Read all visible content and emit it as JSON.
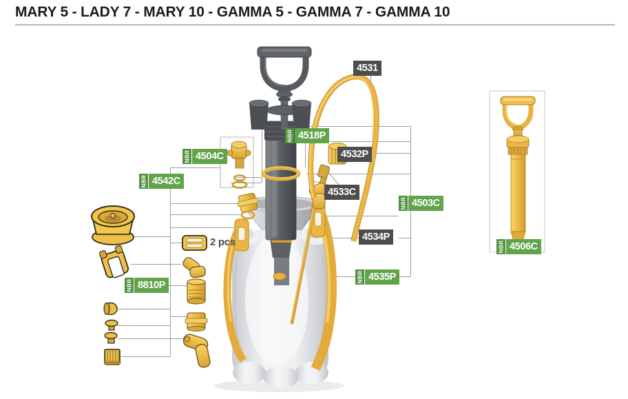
{
  "title": "MARY 5 - LADY 7 - MARY 10 - GAMMA 5 - GAMMA 7 - GAMMA 10",
  "note_2pcs": "2 pcs",
  "labels": {
    "l4531": {
      "text": "4531",
      "type": "gray"
    },
    "l4518p": {
      "text": "4518P",
      "tag": "NBR",
      "type": "green"
    },
    "l4504c": {
      "text": "4504C",
      "tag": "NBR",
      "type": "green"
    },
    "l4542c": {
      "text": "4542C",
      "tag": "NBR",
      "type": "green"
    },
    "l4532p": {
      "text": "4532P",
      "type": "gray"
    },
    "l4533c": {
      "text": "4533C",
      "type": "gray"
    },
    "l4503c": {
      "text": "4503C",
      "tag": "NBR",
      "type": "green"
    },
    "l4534p": {
      "text": "4534P",
      "type": "gray"
    },
    "l4535p": {
      "text": "4535P",
      "tag": "NBR",
      "type": "green"
    },
    "l8810p": {
      "text": "8810P",
      "tag": "NBR",
      "type": "green"
    },
    "l4506c": {
      "text": "4506C",
      "tag": "NBR",
      "type": "green"
    }
  },
  "colors": {
    "label_green": "#61a44b",
    "label_green_dark": "#539140",
    "label_gray": "#4d4d4d",
    "part_yellow": "#eec04a",
    "hose_yellow": "#eab64a"
  }
}
